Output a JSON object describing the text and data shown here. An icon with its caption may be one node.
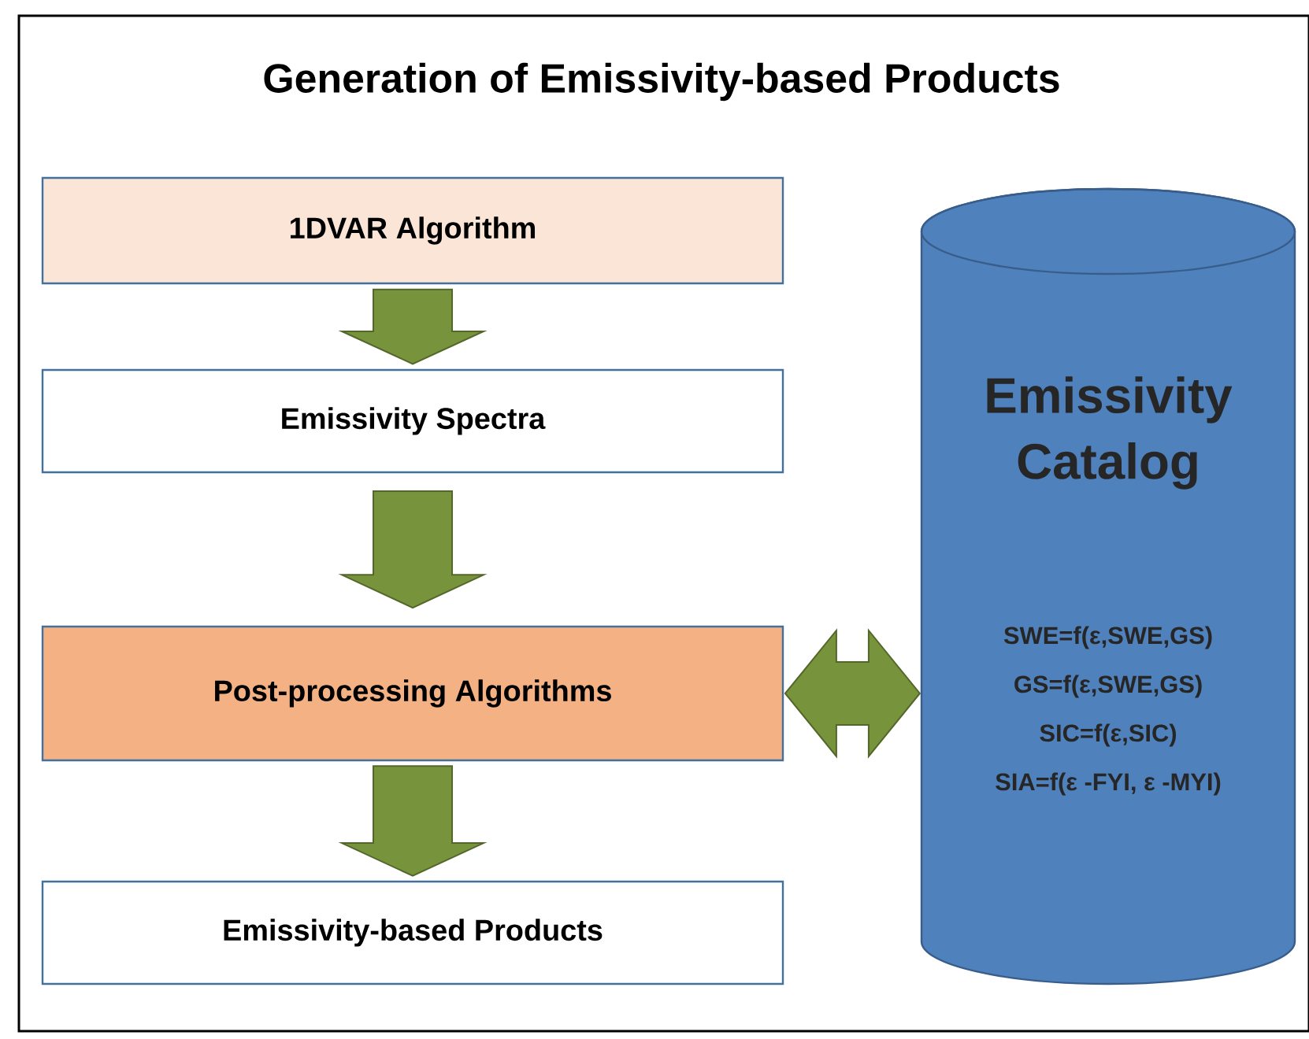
{
  "diagram": {
    "title": "Generation of Emissivity-based Products",
    "nodes": [
      {
        "text": [
          "1DVAR Algorithm"
        ]
      },
      {
        "text": [
          "Emissivity Spectra"
        ]
      },
      {
        "text": [
          "Post-processing Algorithms"
        ]
      },
      {
        "text": [
          "Emissivity-based Products"
        ]
      },
      {
        "text": [
          "Emissivity Catalog",
          "SWE=f(ε,SWE,GS)",
          "GS=f(ε,SWE,GS)",
          "SIC=f(ε,SIC)",
          "SIA=f(ε -FYI, ε -MYI)"
        ]
      }
    ],
    "edges": [
      {
        "from": 0,
        "to": 1,
        "arrow": "to"
      },
      {
        "from": 1,
        "to": 2,
        "arrow": "to"
      },
      {
        "from": 2,
        "to": 3,
        "arrow": "to"
      },
      {
        "from": 2,
        "to": 4,
        "arrow": "both"
      }
    ]
  }
}
